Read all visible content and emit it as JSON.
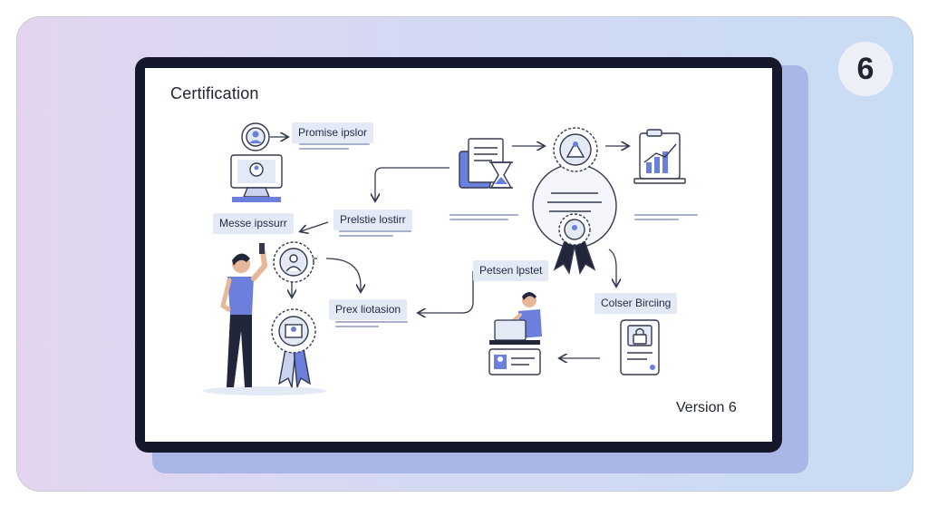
{
  "step_badge": "6",
  "slide": {
    "title": "Certification",
    "version": "Version 6"
  },
  "labels": {
    "promise": "Promise ipslor",
    "messe": "Messe ipssurr",
    "prelstie": "Prelstie lostirr",
    "prex": "Prex liotasion",
    "petsen": "Petsen lpstet",
    "colser": "Colser Birciing"
  },
  "icons": [
    "profile-badge-icon",
    "monitor-icon",
    "document-stack-icon",
    "hourglass-icon",
    "award-seal-icon",
    "ribbon-icon",
    "chart-icon",
    "person-icon",
    "laptop-icon",
    "id-card-icon",
    "lock-document-icon"
  ],
  "colors": {
    "accent": "#6b7fdc",
    "outline": "#33384f",
    "label_bg": "#e4e9f6",
    "monitor_frame": "#15172a"
  }
}
